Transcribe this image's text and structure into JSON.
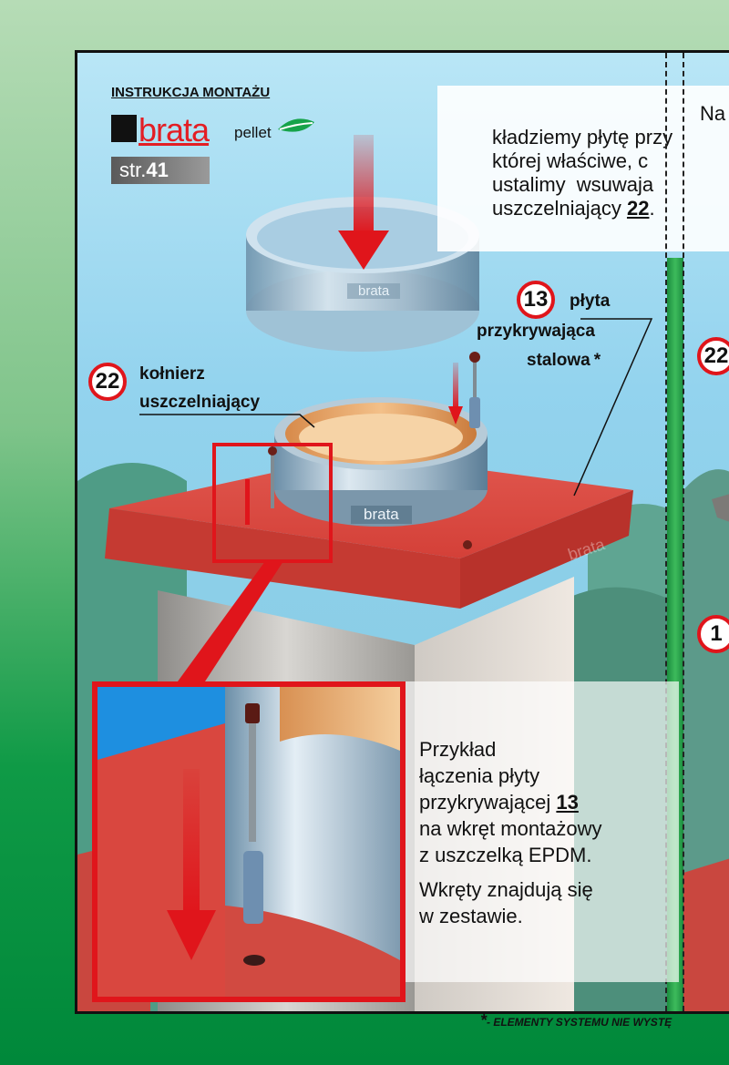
{
  "header": {
    "title": "INSTRUKCJA MONTAŻU",
    "logo_brand": "brata",
    "logo_suffix": "pellet",
    "page_prefix": "str.",
    "page_number": "41"
  },
  "top_note": {
    "lines": [
      "Na",
      "kładziemy płytę przy",
      "której właściwe, c",
      "ustalimy wsuwaja",
      "uszczelniający"
    ],
    "ref": "22",
    "end": "."
  },
  "callouts": {
    "plate": {
      "number": "13",
      "line1": "płyta",
      "line2": "przykrywająca",
      "line3": "stalowa",
      "asterisk": "*"
    },
    "flange": {
      "number": "22",
      "line1": "kołnierz",
      "line2": "uszczelniający"
    },
    "right_badge_1": "22",
    "right_badge_2": "1"
  },
  "product_labels": {
    "pipe": "brata",
    "flange": "brata",
    "plate": "brata"
  },
  "info": {
    "line1": "Przykład",
    "line2": "łączenia płyty",
    "line3_prefix": "przykrywającej",
    "line3_ref": "13",
    "line4": "na wkręt montażowy",
    "line5": "z uszczelką EPDM.",
    "line6": "Wkręty znajdują się",
    "line7": "w zestawie."
  },
  "footer": {
    "asterisk": "*",
    "text": "- ELEMENTY SYSTEMU NIE WYSTĘ"
  },
  "colors": {
    "accent_red": "#e0151b",
    "brand_green": "#00883a",
    "sky_blue": "#93d3ee",
    "plate_red": "#d9473f",
    "steel": "#9fb7c8"
  }
}
